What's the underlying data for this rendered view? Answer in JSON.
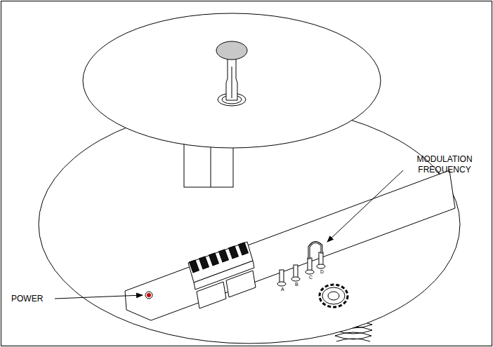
{
  "diagram": {
    "labels": [
      "MODULATION FREQUENCY",
      "POWER",
      "A",
      "B",
      "C",
      "D"
    ]
  }
}
